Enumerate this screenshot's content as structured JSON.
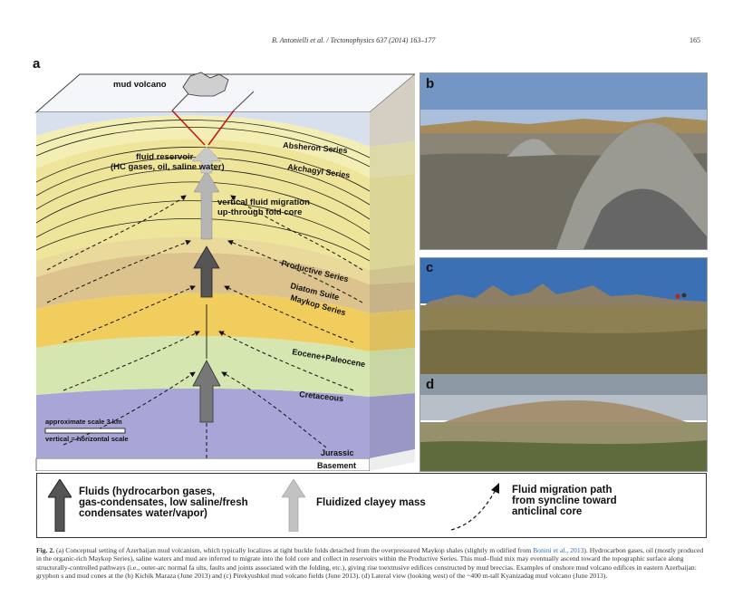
{
  "header": {
    "journal": "B. Antonielli et al. / Tectonophysics 637 (2014) 163–177",
    "page_number": "165"
  },
  "panel_a": {
    "letter": "a",
    "labels": {
      "mud_volcano": "mud volcano",
      "fluid_reservoir_1": "fluid reservoir",
      "fluid_reservoir_2": "(HC gases, oil, saline water)",
      "vertical_migration_1": "vertical fluid migration",
      "vertical_migration_2": "up-through fold core",
      "scale_1": "approximate scale 3 km",
      "scale_2": "vertical = horizontal scale"
    },
    "formations": {
      "absheron": "Absheron Series",
      "akchagyl": "Akchagyl Series",
      "productive": "Productive Series",
      "diatom": "Diatom Suite",
      "maykop": "Maykop Series",
      "eocene": "Eocene+Paleocene",
      "cretaceous": "Cretaceous",
      "jurassic": "Jurassic",
      "basement": "Basement"
    },
    "colors": {
      "absheron": "#d8e0ee",
      "akchagyl": "#f3efb4",
      "productive": "#efe59a",
      "diatom": "#e9d99a",
      "maykop": "#dcc38d",
      "eocene": "#f1cd5e",
      "cretaceous": "#d6e6b0",
      "jurassic": "#a7a6d6",
      "basement": "#ffffff"
    }
  },
  "panel_b": {
    "letter": "b"
  },
  "panel_c": {
    "letter": "c"
  },
  "panel_d": {
    "letter": "d"
  },
  "legend": {
    "fluids_1": "Fluids (hydrocarbon gases,",
    "fluids_2": "gas-condensates, low saline/fresh",
    "fluids_3": "condensates water/vapor)",
    "clayey": "Fluidized clayey mass",
    "path_1": "Fluid migration path",
    "path_2": "from syncline toward",
    "path_3": "anticlinal core"
  },
  "caption": {
    "label": "Fig. 2.",
    "text_1": " (a) Conceptual setting of Azerbaijan mud volcanism, which typically localizes at tight buckle folds detached from the overpressured Maykop shales (slightly m odified from ",
    "ref_1": "Bonini et al., 2013",
    "text_2": "). Hydrocarbon gases, oil (mostly produced in the organic-rich Maykop Series), saline waters and mud are inferred to migrate into the fold core and collect in reservoirs within the Productive Series. This mud–fluid mix may eventually ascend toward the topographic surface along structurally-controlled pathways (i.e., outer-arc normal fa ults, faults and joints associated with the folding, etc.), giving rise toextrusive edifices constructed by mud breccias. Examples of onshore mud volcano edifices in eastern Azerbaijan: gryphon s and mud cones at the (b) Kichik Maraza (June 2013) and (c) Pirekyushkul mud volcano fields (June 2013). (d) Lateral view (looking west) of the ~400 m-tall Kyanizadag mud volcano (June 2013)."
  }
}
